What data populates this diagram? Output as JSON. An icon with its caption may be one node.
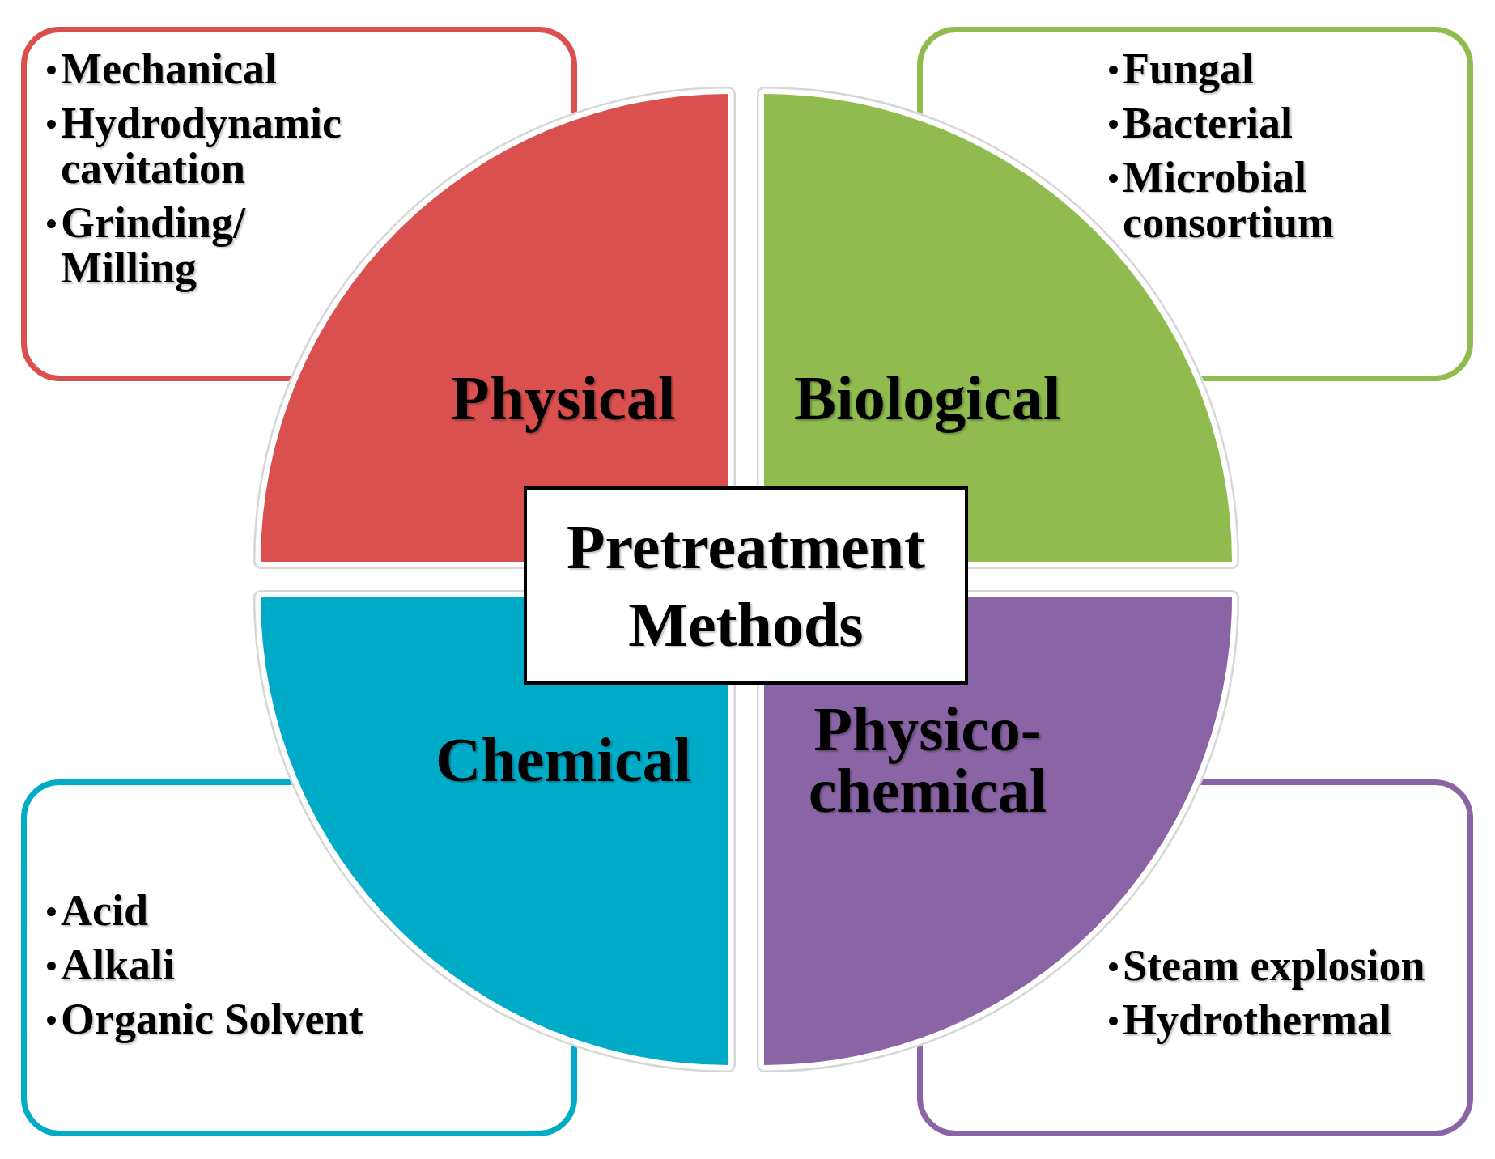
{
  "diagram": {
    "nodes": [
      {
        "text": [
          "Mechanical",
          "Hydrodynamic cavitation",
          "Grinding/ Milling"
        ]
      },
      {
        "text": [
          "Fungal",
          "Bacterial",
          "Microbial consortium"
        ]
      },
      {
        "text": [
          "Physical"
        ]
      },
      {
        "text": [
          "Biological"
        ]
      },
      {
        "text": [
          "Pretreatment Methods"
        ]
      },
      {
        "text": [
          "Chemical"
        ]
      },
      {
        "text": [
          "Physico- chemical"
        ]
      },
      {
        "text": [
          "Acid",
          "Alkali",
          "Organic Solvent"
        ]
      },
      {
        "text": [
          "Steam explosion",
          "Hydrothermal"
        ]
      }
    ]
  }
}
